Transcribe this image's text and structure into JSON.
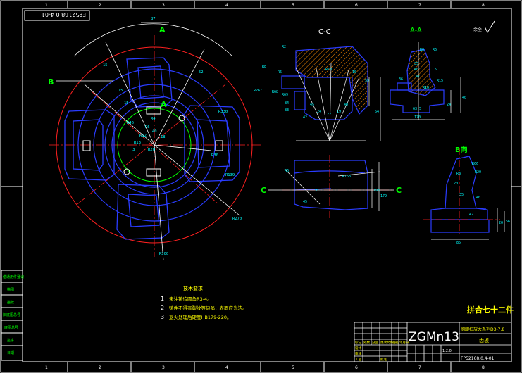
{
  "drawing_number_rotated": "FP52168.0.4-01",
  "border": {
    "top_zone_numbers": [
      "1",
      "2",
      "3",
      "4",
      "5",
      "6",
      "7",
      "8"
    ],
    "bottom_zone_numbers": [
      "1",
      "2",
      "3",
      "4",
      "5",
      "6",
      "7",
      "8"
    ]
  },
  "views": {
    "main_section_marks": [
      "A",
      "A"
    ],
    "main_B_mark": "B",
    "cc_title": "C-C",
    "aa_title": "A-A",
    "b_view_title": "B向",
    "c_marks": [
      "C",
      "C"
    ],
    "roughness_note": "余全"
  },
  "dimensions": {
    "main": [
      "87",
      "15",
      "15",
      "15",
      "52",
      "R4",
      "R6",
      "R12",
      "R18",
      "R20",
      "R30",
      "R46",
      "R139",
      "R270",
      "R300",
      "R330",
      "40",
      "18",
      "3"
    ],
    "cc": [
      "R2",
      "R8",
      "R6",
      "R267",
      "R68",
      "R69",
      "R70",
      "84",
      "83",
      "42",
      "59",
      "64",
      "24",
      "22",
      "19",
      "45",
      "40",
      "10"
    ],
    "aa": [
      "R8",
      "R6",
      "35",
      "40",
      "47",
      "9",
      "R15",
      "R10",
      "36",
      "63.5",
      "170",
      "24",
      "40"
    ],
    "c_view": [
      "R6",
      "R168",
      "198",
      "179",
      "38",
      "45"
    ],
    "b_view": [
      "R66",
      "R20",
      "R8",
      "20",
      "35",
      "40",
      "42",
      "85",
      "20",
      "56"
    ]
  },
  "technical_requirements": {
    "title": "技术要求",
    "items": [
      {
        "num": "1",
        "text": "未注铸造圆角R3-4。"
      },
      {
        "num": "2",
        "text": "铸件不得有裂纹等缺陷，表面应光洁。"
      },
      {
        "num": "3",
        "text": "退火处理后硬度HB179-220。"
      }
    ]
  },
  "stamp": "拼合七十二件",
  "title_block": {
    "material": "ZGMn13",
    "part_name": "刷卸扣放大系列D3-7.8",
    "part_type": "齿板",
    "drawing_number": "FP52168.0.4-01",
    "scale": "1:2.0",
    "header_labels": [
      "标记",
      "处数",
      "分区",
      "更改文件号",
      "签名",
      "年月日"
    ],
    "row_labels": [
      "设计",
      "审核",
      "工艺",
      "批准"
    ]
  },
  "left_margin_labels": [
    "借通用件登记",
    "描图",
    "描校",
    "旧底图总号",
    "底图总号",
    "签字",
    "日期"
  ]
}
